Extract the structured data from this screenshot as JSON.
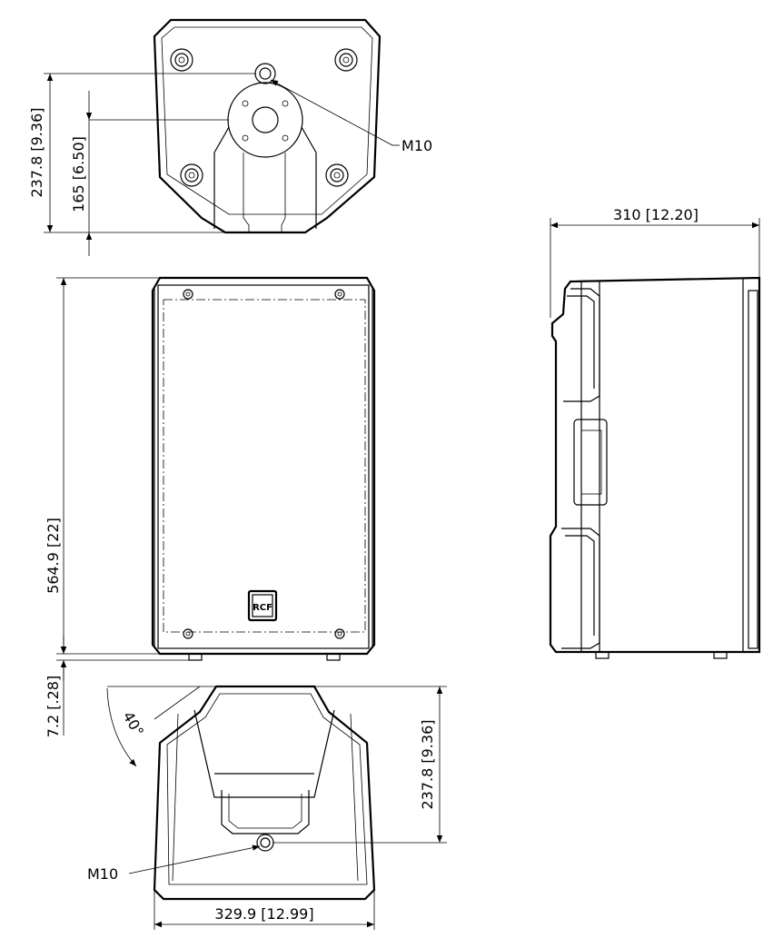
{
  "dimensions": {
    "top_height": "237.8 [9.36]",
    "top_pole": "165 [6.50]",
    "top_m10": "M10",
    "front_height": "564.9 [22]",
    "front_feet": "7.2 [.28]",
    "side_depth": "310 [12.20]",
    "bottom_angle": "40°",
    "bottom_height": "237.8 [9.36]",
    "bottom_m10": "M10",
    "bottom_width": "329.9 [12.99]"
  },
  "logo_text": "RCF"
}
